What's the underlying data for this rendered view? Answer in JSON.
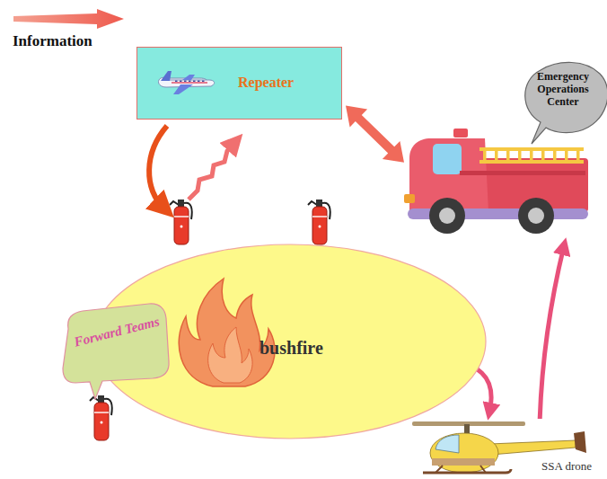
{
  "diagram": {
    "nodes": [
      {
        "text": [
          "Repeater"
        ]
      },
      {
        "text": [
          "Emergency Operations Center"
        ]
      },
      {
        "text": [
          "bushfire"
        ]
      },
      {
        "text": [
          "Forward Teams"
        ]
      },
      {
        "text": [
          "SSA drone"
        ]
      }
    ],
    "edges": [
      {
        "from": 0,
        "to": 1,
        "arrow": "both"
      },
      {
        "from": 2,
        "to": 4,
        "arrow": "to"
      },
      {
        "from": 4,
        "to": 1,
        "arrow": "to"
      }
    ],
    "legend": [
      {
        "text": "Information"
      }
    ]
  }
}
